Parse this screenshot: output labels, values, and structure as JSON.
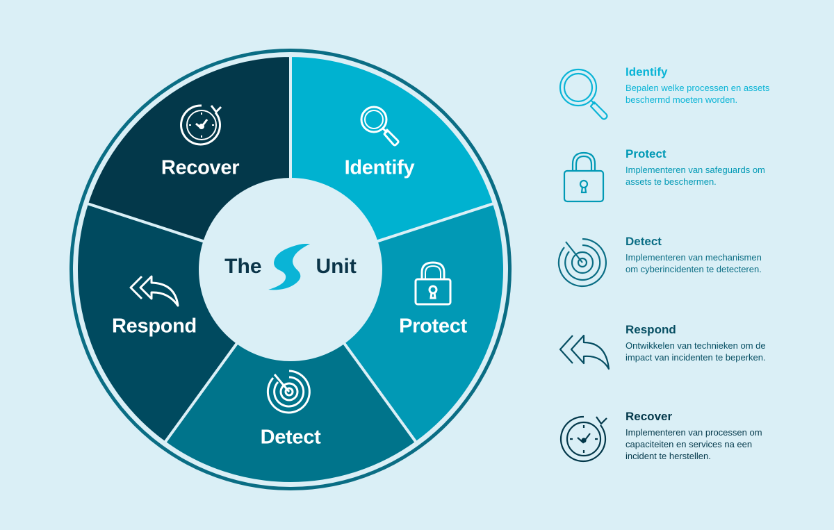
{
  "colors": {
    "background": "#daeff6",
    "identify": "#00b2d0",
    "protect": "#0199b5",
    "detect": "#00748b",
    "respond": "#004a5f",
    "recover": "#03384a",
    "ring_outer": "#0a6d84",
    "center_fill": "#daeff6",
    "logo_text": "#0a3448",
    "logo_s": "#0ab4d6"
  },
  "logo": {
    "left_text": "The",
    "right_text": "Unit",
    "mark": "S"
  },
  "wheel": {
    "segments": [
      {
        "key": "identify",
        "label": "Identify",
        "icon": "magnifier-icon"
      },
      {
        "key": "protect",
        "label": "Protect",
        "icon": "padlock-icon"
      },
      {
        "key": "detect",
        "label": "Detect",
        "icon": "radar-icon"
      },
      {
        "key": "respond",
        "label": "Respond",
        "icon": "reply-all-arrow-icon"
      },
      {
        "key": "recover",
        "label": "Recover",
        "icon": "clock-refresh-icon"
      }
    ]
  },
  "legend": {
    "items": [
      {
        "title": "Identify",
        "description": "Bepalen welke processen en assets beschermd moeten worden.",
        "icon": "magnifier-icon",
        "color": "#0ab4d6"
      },
      {
        "title": "Protect",
        "description": "Implementeren van safeguards om assets te beschermen.",
        "icon": "padlock-icon",
        "color": "#0199b5"
      },
      {
        "title": "Detect",
        "description": "Implementeren van mechanismen om cyberincidenten te detecteren.",
        "icon": "radar-icon",
        "color": "#0a6d84"
      },
      {
        "title": "Respond",
        "description": "Ontwikkelen van technieken om de impact van incidenten te beperken.",
        "icon": "reply-all-arrow-icon",
        "color": "#064e62"
      },
      {
        "title": "Recover",
        "description": "Implementeren van processen om capaciteiten en services na een incident te herstellen.",
        "icon": "clock-refresh-icon",
        "color": "#03384a"
      }
    ]
  }
}
